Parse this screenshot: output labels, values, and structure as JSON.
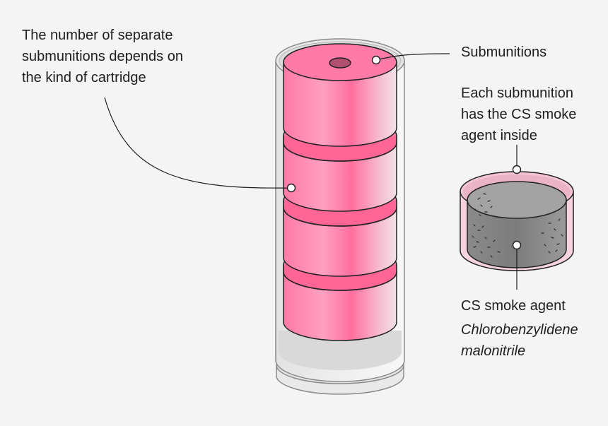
{
  "labels": {
    "cartridge_note": [
      "The number of separate",
      "submunitions depends on",
      "the kind of cartridge"
    ],
    "submunitions": "Submunitions",
    "each_note": [
      "Each submunition",
      "has the CS smoke",
      "agent inside"
    ],
    "cs_agent": "CS smoke agent",
    "chemical_name": [
      "Chlorobenzylidene",
      "malonitrile"
    ]
  },
  "colors": {
    "background": "#f4f4f4",
    "submunition_pink": "#ff6f9e",
    "submunition_light": "#f6cfdc",
    "agent_grey": "#9b9b9b",
    "agent_dark": "#7a7a7a",
    "casing": "#e6e6e6",
    "outline": "#222222"
  }
}
